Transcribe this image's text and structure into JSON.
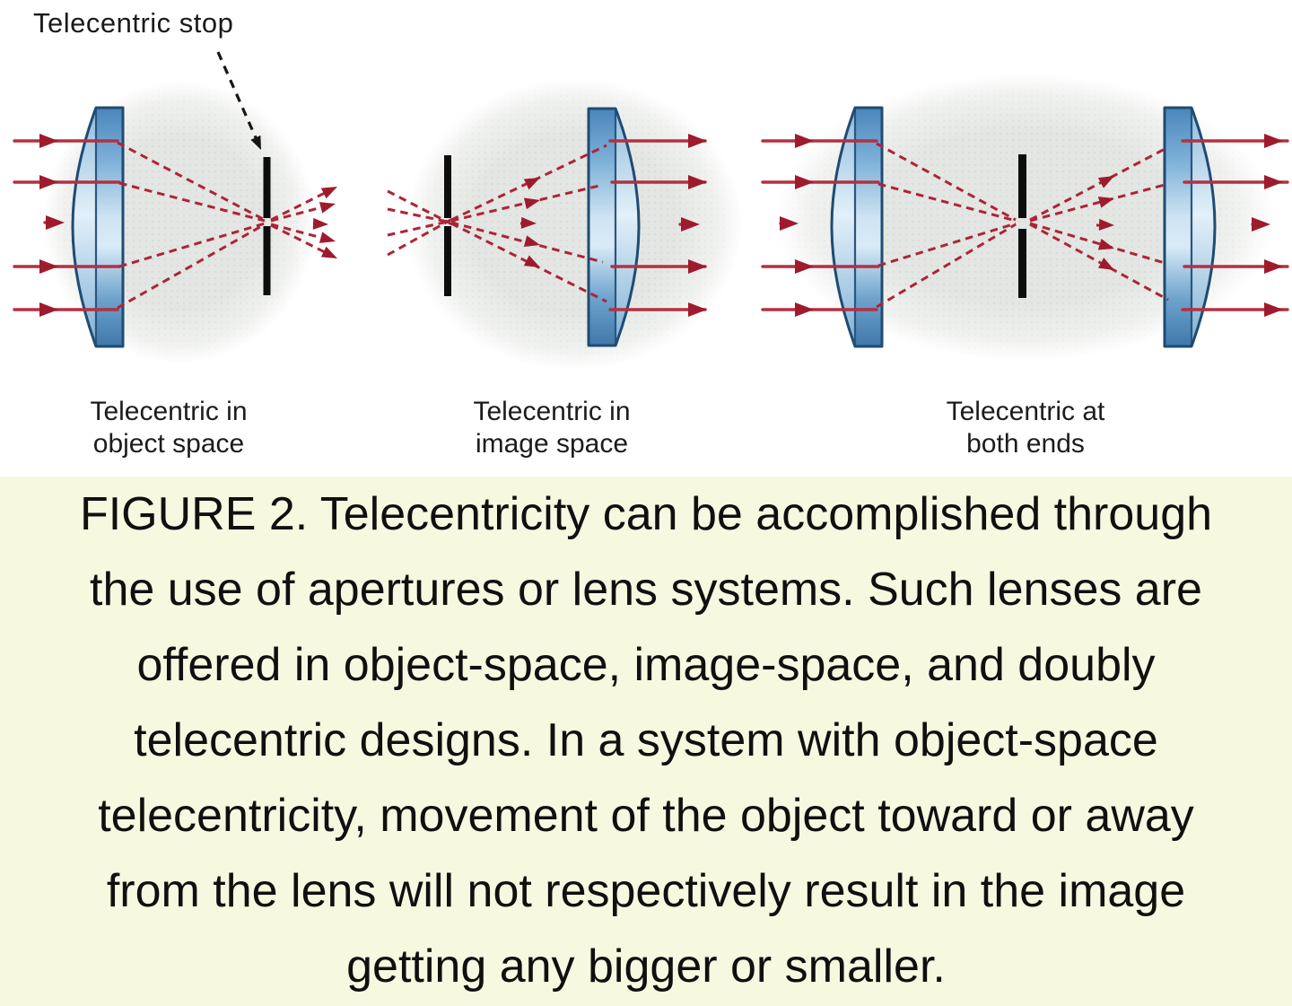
{
  "figure": {
    "stop_annotation": "Telecentric stop",
    "labels": {
      "object_space": "Telecentric in\nobject space",
      "image_space": "Telecentric in\nimage space",
      "both_ends": "Telecentric at\nboth ends"
    },
    "caption": {
      "lines": [
        "FIGURE 2. Telecentricity can be accomplished through",
        "the use of apertures or lens systems. Such lenses are",
        "offered in object-space, image-space, and doubly",
        "telecentric designs. In a system with object-space",
        "telecentricity, movement of the object toward or away",
        "from the lens will not respectively result in the image",
        "getting any bigger or smaller."
      ]
    },
    "colors": {
      "ray": "#b5303f",
      "ray_dashed": "#ad2438",
      "arrowhead": "#9e1b2d",
      "lens_border": "#1f4b73",
      "aperture_stop": "#0d0d0d",
      "blob": "#e3e6e2",
      "caption_background": "#f7f8e0",
      "caption_text": "#101010",
      "diagram_background": "#ffffff"
    }
  }
}
